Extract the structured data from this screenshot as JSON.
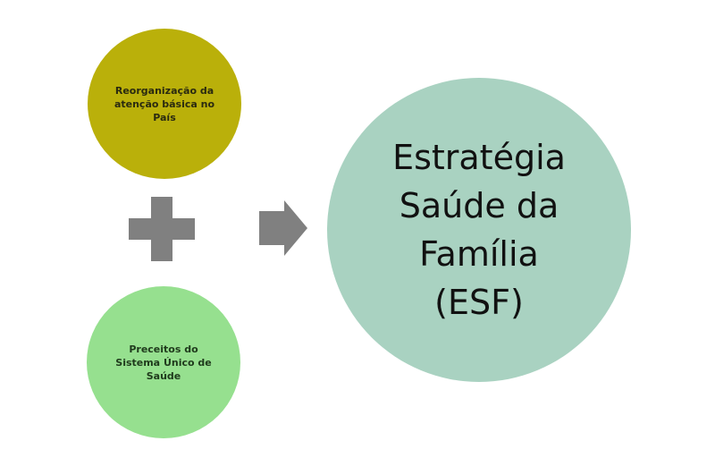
{
  "diagram": {
    "nodes": [
      {
        "id": "reorganizacao",
        "label": "Reorganização da atenção básica no País",
        "lines": [
          "Reorganização da",
          "atenção básica no",
          "País"
        ],
        "color": "#bab00a"
      },
      {
        "id": "preceitos",
        "label": "Preceitos do Sistema Único de Saúde",
        "lines": [
          "Preceitos do",
          "Sistema Único de",
          "Saúde"
        ],
        "color": "#96e08f"
      },
      {
        "id": "esf",
        "label": "Estratégia Saúde da Família (ESF)",
        "lines": [
          "Estratégia",
          "Saúde da",
          "Família",
          "(ESF)"
        ],
        "color": "#a9d2c1"
      }
    ],
    "operators": [
      {
        "type": "plus",
        "icon": "plus-icon",
        "color": "#808080"
      },
      {
        "type": "arrow",
        "icon": "arrow-right-icon",
        "color": "#808080"
      }
    ],
    "edges": [
      {
        "from": "reorganizacao",
        "to": "esf",
        "via": "plus"
      },
      {
        "from": "preceitos",
        "to": "esf",
        "via": "plus"
      }
    ]
  }
}
